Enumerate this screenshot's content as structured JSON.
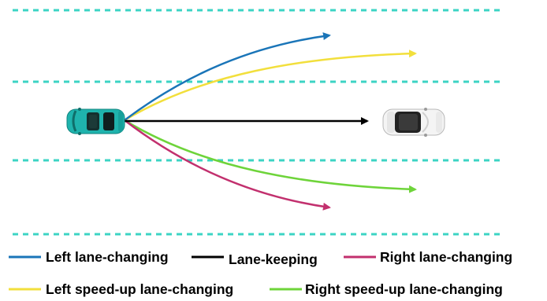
{
  "colors": {
    "lane_marking": "#3cd4c4",
    "left_lane_change": "#1a75b8",
    "lane_keeping": "#000000",
    "right_lane_change": "#c2306e",
    "left_speed_up": "#f2df3c",
    "right_speed_up": "#6ed43a",
    "ego_car": "#1fb3ad",
    "other_car": "#f4f4f4"
  },
  "legend": {
    "left_lane_change": "Left lane-changing",
    "lane_keeping": "Lane-keeping",
    "right_lane_change": "Right lane-changing",
    "left_speed_up": "Left speed-up lane-changing",
    "right_speed_up": "Right speed-up lane-changing"
  },
  "vehicles": {
    "ego": "ego-car-icon",
    "target": "target-car-icon"
  }
}
